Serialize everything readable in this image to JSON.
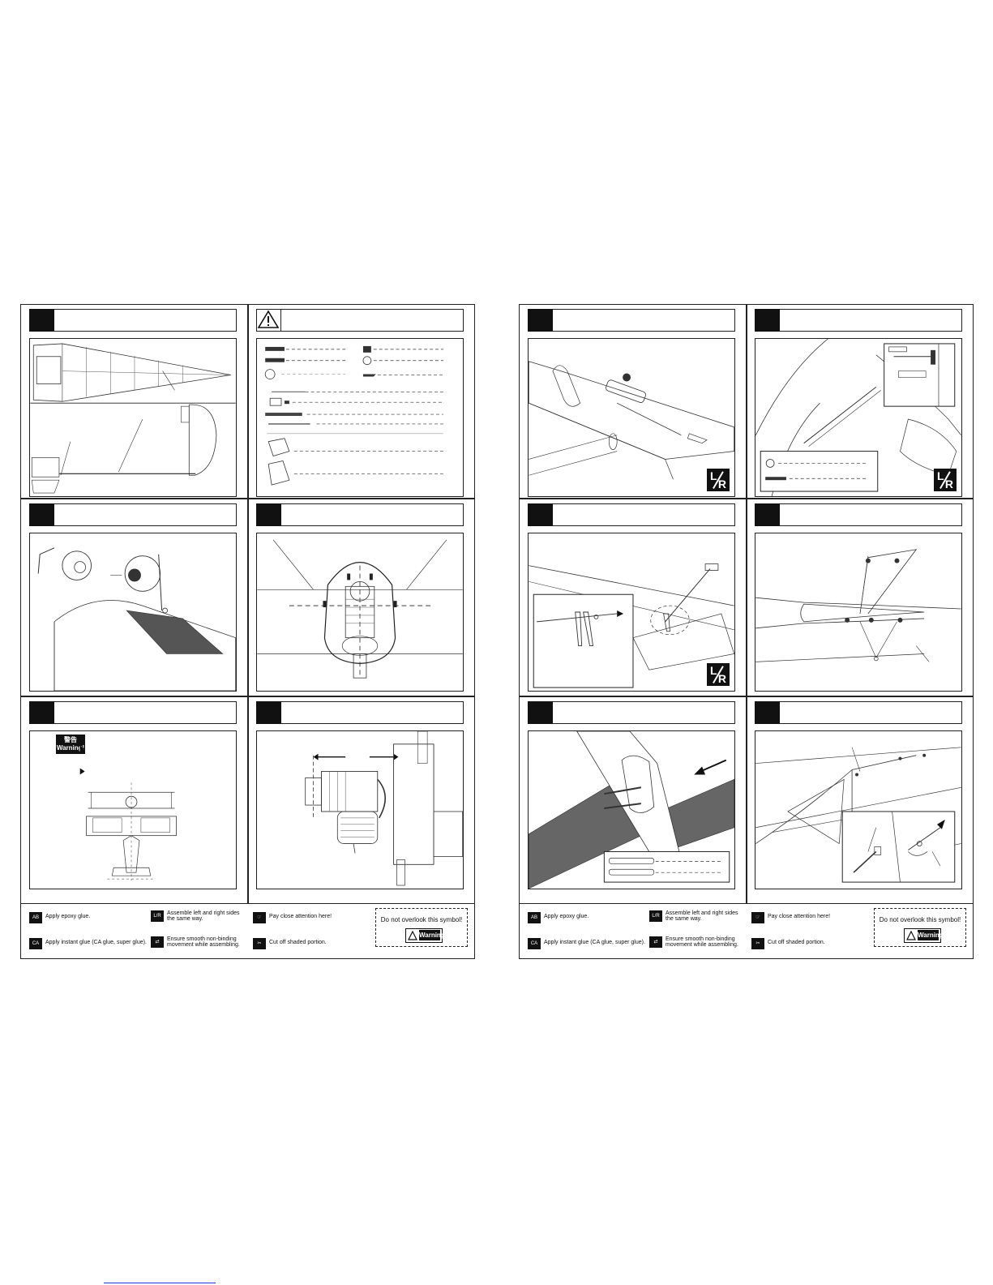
{
  "legend": {
    "epoxy": "Apply epoxy glue.",
    "assemble": "Assemble left and right sides the same way.",
    "attention": "Pay close attention here!",
    "ca": "Apply instant glue (CA glue, super glue).",
    "smooth": "Ensure smooth non-binding movement while assembling.",
    "cut": "Cut off shaded portion.",
    "overlook": "Do not overlook this symbol!",
    "warning": "Warning!"
  },
  "legend_right": {
    "epoxy": "Apply epoxy glue.",
    "assemble": "Assemble left and right sides the same way.",
    "attention": "Pay close attention here!",
    "ca": "Apply instant glue (CA glue, super glue).",
    "smooth": "Ensure smooth non-binding movement while assembling.",
    "cut": "Cut off shaded portion.",
    "overlook": "Do not overlook this symbol!",
    "warning": "Warning!"
  },
  "lr_badge": {
    "left": "L",
    "right": "R"
  },
  "warning_panel": {
    "chinese": "警告",
    "english": "Warning!"
  },
  "icons": [
    "warning-triangle-icon",
    "epoxy-icon",
    "ca-glue-icon",
    "left-right-icon",
    "smooth-movement-icon",
    "pointing-hand-icon",
    "cut-shaded-icon"
  ]
}
